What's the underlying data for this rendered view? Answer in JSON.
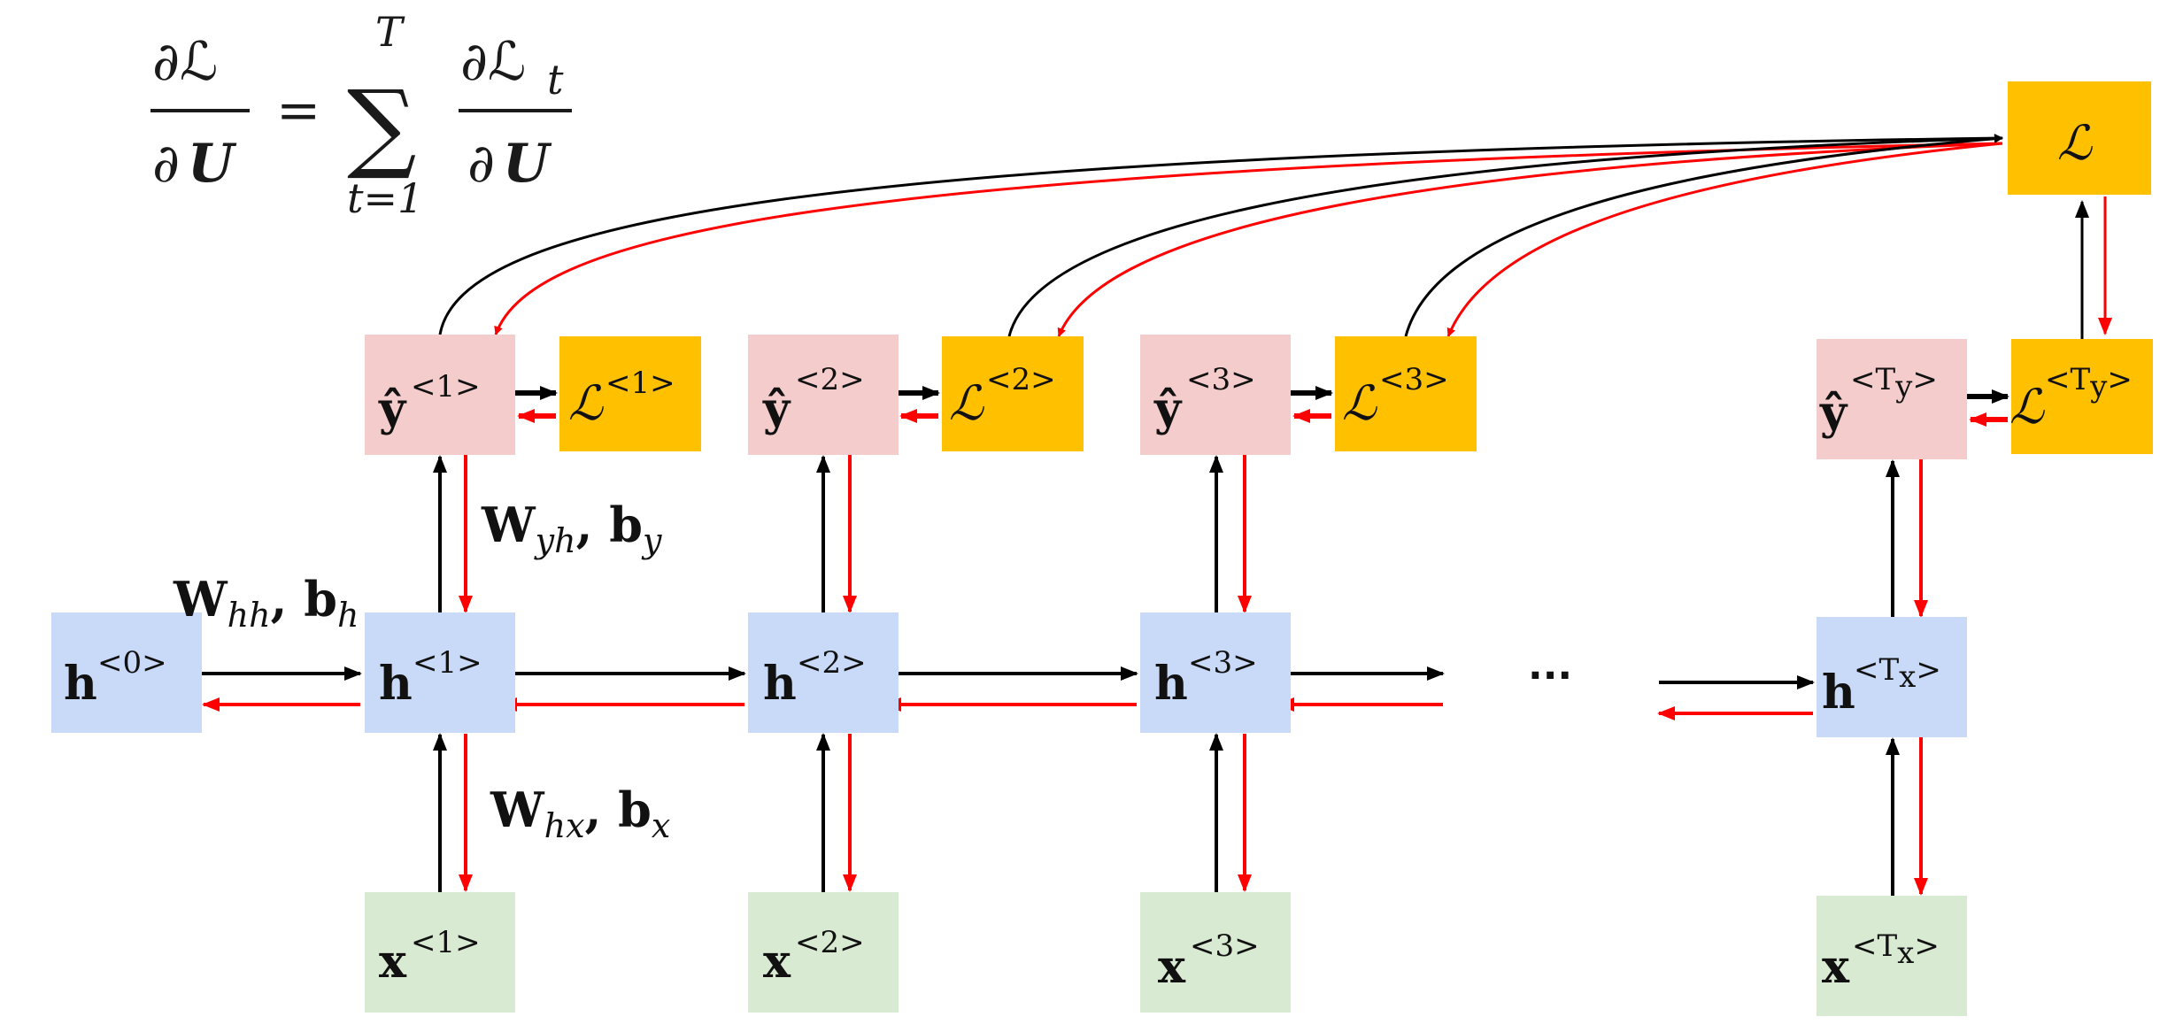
{
  "equation": {
    "lhs_num": "∂ℒ",
    "lhs_den_partial": "∂",
    "lhs_den_var": "U",
    "equals": "=",
    "sum_symbol": "∑",
    "sum_upper": "T",
    "sum_lower": "t=1",
    "rhs_num_partial": "∂ℒ",
    "rhs_num_sub": "t",
    "rhs_den_partial": "∂",
    "rhs_den_var": "U"
  },
  "nodes": {
    "h0": {
      "base": "h",
      "sup": "<0>"
    },
    "h1": {
      "base": "h",
      "sup": "<1>"
    },
    "h2": {
      "base": "h",
      "sup": "<2>"
    },
    "h3": {
      "base": "h",
      "sup": "<3>"
    },
    "htx": {
      "base": "h",
      "sup": "<T",
      "sup_sub": "x",
      "sup_end": ">"
    },
    "x1": {
      "base": "x",
      "sup": "<1>"
    },
    "x2": {
      "base": "x",
      "sup": "<2>"
    },
    "x3": {
      "base": "x",
      "sup": "<3>"
    },
    "xtx": {
      "base": "x",
      "sup": "<T",
      "sup_sub": "x",
      "sup_end": ">"
    },
    "y1": {
      "base": "ŷ",
      "sup": "<1>"
    },
    "y2": {
      "base": "ŷ",
      "sup": "<2>"
    },
    "y3": {
      "base": "ŷ",
      "sup": "<3>"
    },
    "yty": {
      "base": "ŷ",
      "sup": "<T",
      "sup_sub": "y",
      "sup_end": ">"
    },
    "L1": {
      "base": "ℒ",
      "sup": "<1>"
    },
    "L2": {
      "base": "ℒ",
      "sup": "<2>"
    },
    "L3": {
      "base": "ℒ",
      "sup": "<3>"
    },
    "Lty": {
      "base": "ℒ",
      "sup": "<T",
      "sup_sub": "y",
      "sup_end": ">"
    },
    "L": {
      "base": "ℒ"
    }
  },
  "params": {
    "why": {
      "w": "W",
      "w_sub": "yh",
      "b": ", b",
      "b_sub": "y"
    },
    "whh": {
      "w": "W",
      "w_sub": "hh",
      "b": ", b",
      "b_sub": "h"
    },
    "whx": {
      "w": "W",
      "w_sub": "hx",
      "b": ", b",
      "b_sub": "x"
    }
  },
  "ellipsis": "···",
  "colors": {
    "hidden_fill": "#c9daf8",
    "input_fill": "#d9ead3",
    "output_fill": "#f4cccc",
    "loss_fill": "#ffc000",
    "forward_arrow": "#000000",
    "backward_arrow": "#ff0000"
  }
}
